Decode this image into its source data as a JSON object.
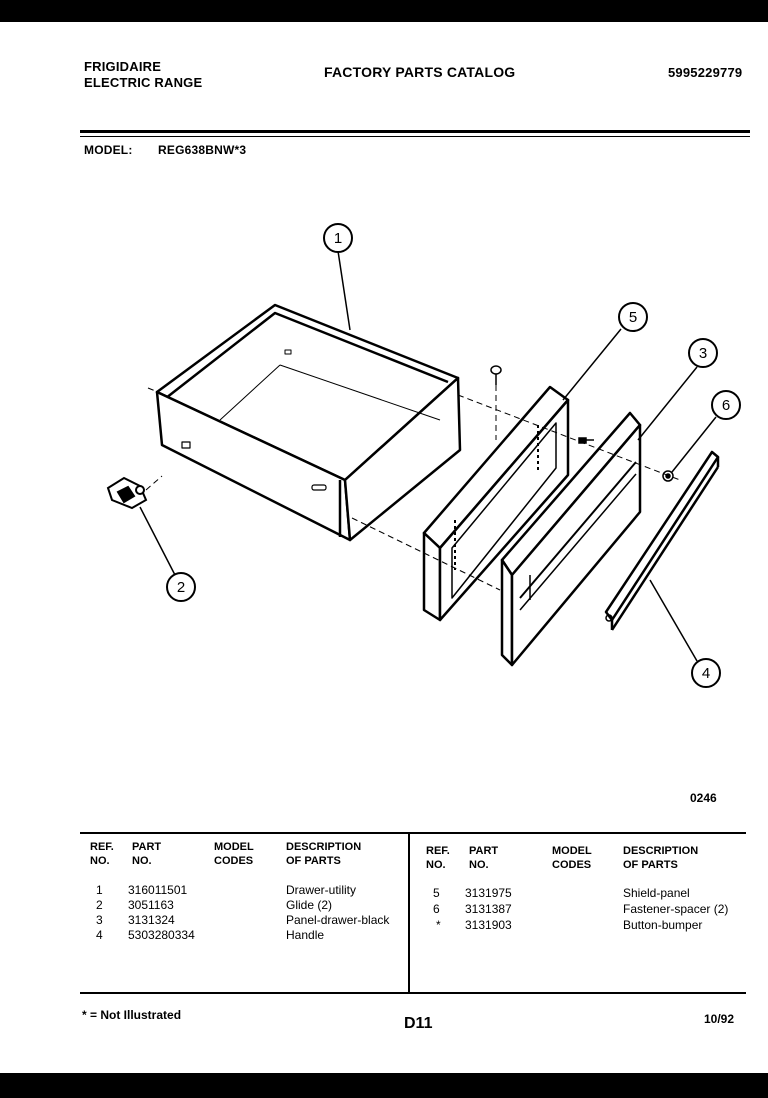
{
  "header": {
    "brand_line1": "FRIGIDAIRE",
    "brand_line2": "ELECTRIC RANGE",
    "catalog_title": "FACTORY PARTS CATALOG",
    "catalog_number": "5995229779",
    "model_label": "MODEL:",
    "model_value": "REG638BNW*3"
  },
  "diagram": {
    "callouts": [
      "1",
      "2",
      "3",
      "4",
      "5",
      "6"
    ],
    "figure_code": "0246"
  },
  "table": {
    "headers": {
      "ref_1": "REF.",
      "ref_2": "NO.",
      "part_1": "PART",
      "part_2": "NO.",
      "model_1": "MODEL",
      "model_2": "CODES",
      "desc_1": "DESCRIPTION",
      "desc_2": "OF PARTS"
    },
    "left_rows": [
      {
        "ref": "1",
        "part": "316011501",
        "model": "",
        "desc": "Drawer-utility"
      },
      {
        "ref": "2",
        "part": "3051163",
        "model": "",
        "desc": "Glide (2)"
      },
      {
        "ref": "3",
        "part": "3131324",
        "model": "",
        "desc": "Panel-drawer-black"
      },
      {
        "ref": "4",
        "part": "5303280334",
        "model": "",
        "desc": "Handle"
      }
    ],
    "right_rows": [
      {
        "ref": "5",
        "part": "3131975",
        "model": "",
        "desc": "Shield-panel"
      },
      {
        "ref": "6",
        "part": "3131387",
        "model": "",
        "desc": "Fastener-spacer (2)"
      },
      {
        "ref": "*",
        "part": "3131903",
        "model": "",
        "desc": "Button-bumper"
      }
    ]
  },
  "footer": {
    "note": "* = Not Illustrated",
    "page_code": "D11",
    "date": "10/92"
  }
}
